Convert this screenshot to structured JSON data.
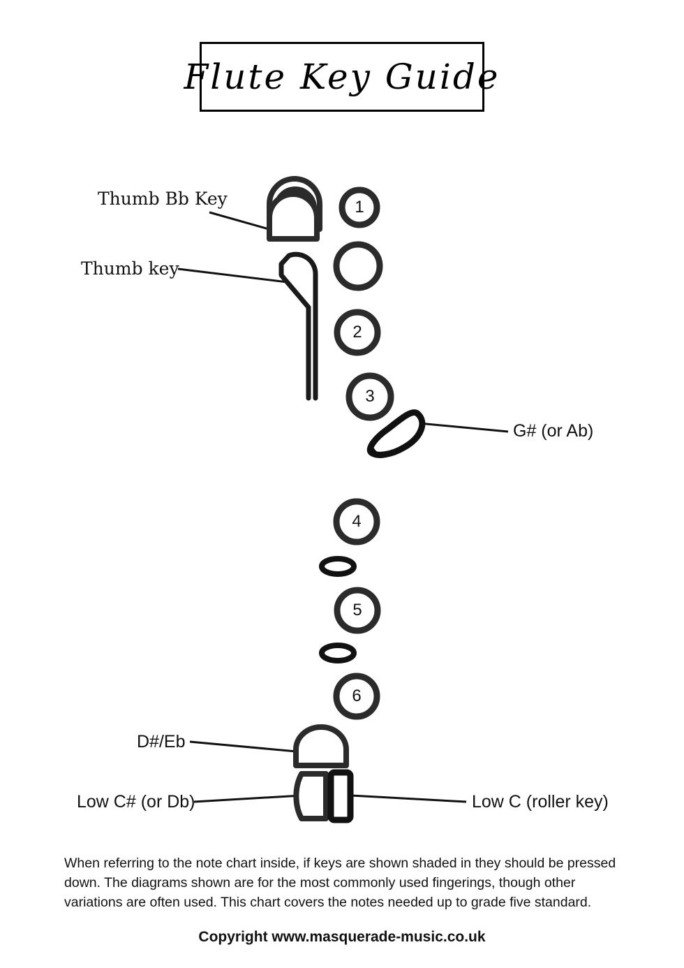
{
  "page": {
    "title": "Flute Key Guide"
  },
  "labels": {
    "thumb_bb_key": "Thumb Bb Key",
    "thumb_key": "Thumb key",
    "g_sharp": "G# (or Ab)",
    "d_sharp": "D#/Eb",
    "low_c_sharp": "Low C# (or Db)",
    "low_c": "Low C (roller key)"
  },
  "keys": [
    {
      "id": "thumb-bb-key",
      "label": "Thumb Bb Key",
      "shape": "dome-with-arc",
      "number": ""
    },
    {
      "id": "thumb-key",
      "label": "Thumb key",
      "shape": "paddle-lever",
      "number": ""
    },
    {
      "id": "key-1",
      "label": "1",
      "shape": "ring",
      "number": "1"
    },
    {
      "id": "key-trill",
      "label": "",
      "shape": "ring",
      "number": ""
    },
    {
      "id": "key-2",
      "label": "2",
      "shape": "ring",
      "number": "2"
    },
    {
      "id": "key-3",
      "label": "3",
      "shape": "ring",
      "number": "3"
    },
    {
      "id": "g-sharp-key",
      "label": "G# (or Ab)",
      "shape": "teardrop",
      "number": ""
    },
    {
      "id": "key-4",
      "label": "4",
      "shape": "ring",
      "number": "4"
    },
    {
      "id": "roller-upper",
      "label": "",
      "shape": "oval",
      "number": ""
    },
    {
      "id": "key-5",
      "label": "5",
      "shape": "ring",
      "number": "5"
    },
    {
      "id": "roller-lower",
      "label": "",
      "shape": "oval",
      "number": ""
    },
    {
      "id": "key-6",
      "label": "6",
      "shape": "ring",
      "number": "6"
    },
    {
      "id": "d-sharp-eb-key",
      "label": "D#/Eb",
      "shape": "dome",
      "number": ""
    },
    {
      "id": "low-c-sharp-key",
      "label": "Low C# (or Db)",
      "shape": "d-shape",
      "number": ""
    },
    {
      "id": "low-c-roller",
      "label": "Low C (roller key)",
      "shape": "rounded-rect",
      "number": ""
    }
  ],
  "key_numbers": {
    "n1": "1",
    "n2": "2",
    "n3": "3",
    "n4": "4",
    "n5": "5",
    "n6": "6"
  },
  "footer": {
    "note": "When referring to the note chart inside, if keys are shown shaded in they should be pressed down. The diagrams shown are for the most commonly used fingerings, though other variations are often used. This chart covers the notes needed up to grade five standard.",
    "copyright": "Copyright www.masquerade-music.co.uk"
  },
  "colors": {
    "ink": "#111111",
    "key_outline": "#2b2b2b",
    "background": "#ffffff"
  }
}
